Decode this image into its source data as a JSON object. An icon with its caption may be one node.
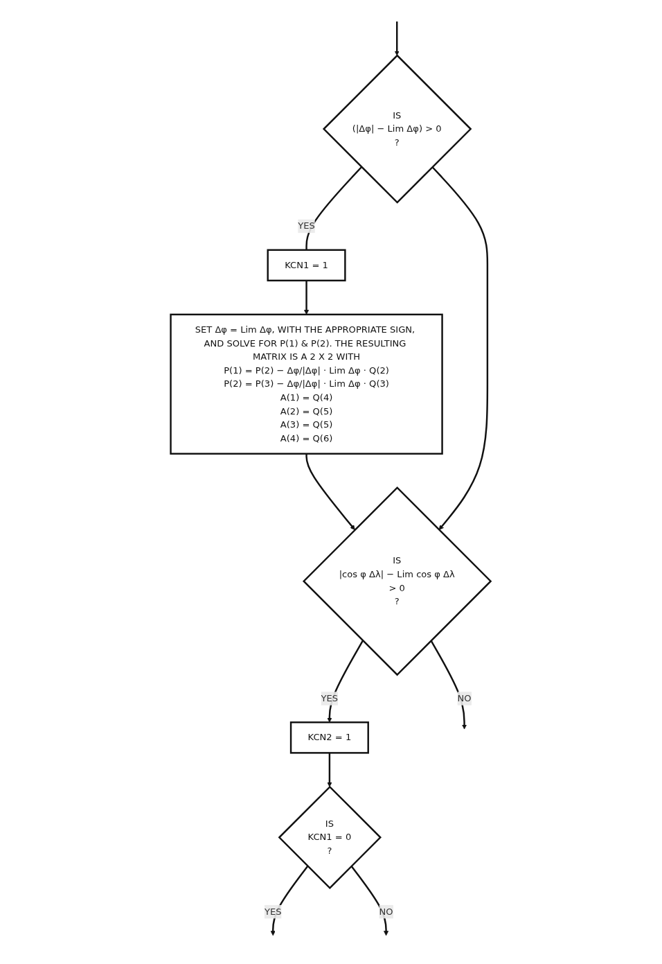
{
  "diagram": {
    "nodes": [
      {
        "text": [
          "IS",
          "(|Δφ| − Lim Δφ) > 0",
          "?"
        ]
      },
      {
        "text": [
          "KCN1 = 1"
        ]
      },
      {
        "text": [
          "SET Δφ = Lim Δφ, WITH THE APPROPRIATE SIGN, AND SOLVE FOR P(1) & P(2). THE RESULTING MATRIX IS A 2 X 2 WITH",
          "P(1) = P(2) − Δφ/|Δφ| · Lim Δφ · Q(2)",
          "P(2) = P(3) − Δφ/|Δφ| · Lim Δφ · Q(3)",
          "A(1) = Q(4)",
          "A(2) = Q(5)",
          "A(3) = Q(5)",
          "A(4) = Q(6)"
        ]
      },
      {
        "text": [
          "IS",
          "|cos φ Δλ| − Lim cos φ Δλ",
          "> 0",
          "?"
        ]
      },
      {
        "text": [
          "KCN2 = 1"
        ]
      },
      {
        "text": [
          "IS",
          "KCN1 = 0",
          "?"
        ]
      }
    ],
    "edges": [
      {
        "from": null,
        "to": 0,
        "arrow": "to"
      },
      {
        "from": 0,
        "to": 1,
        "arrow": "none",
        "label": "YES"
      },
      {
        "from": 1,
        "to": 2,
        "arrow": "to"
      },
      {
        "from": 2,
        "to": 3,
        "arrow": "to"
      },
      {
        "from": 0,
        "to": 3,
        "arrow": "to"
      },
      {
        "from": 3,
        "to": 4,
        "arrow": "to",
        "label": "YES"
      },
      {
        "from": 3,
        "to": null,
        "arrow": "to",
        "label": "NO"
      },
      {
        "from": 4,
        "to": 5,
        "arrow": "to"
      },
      {
        "from": 5,
        "to": null,
        "arrow": "to",
        "label": "YES"
      },
      {
        "from": 5,
        "to": null,
        "arrow": "to",
        "label": "NO"
      }
    ]
  }
}
